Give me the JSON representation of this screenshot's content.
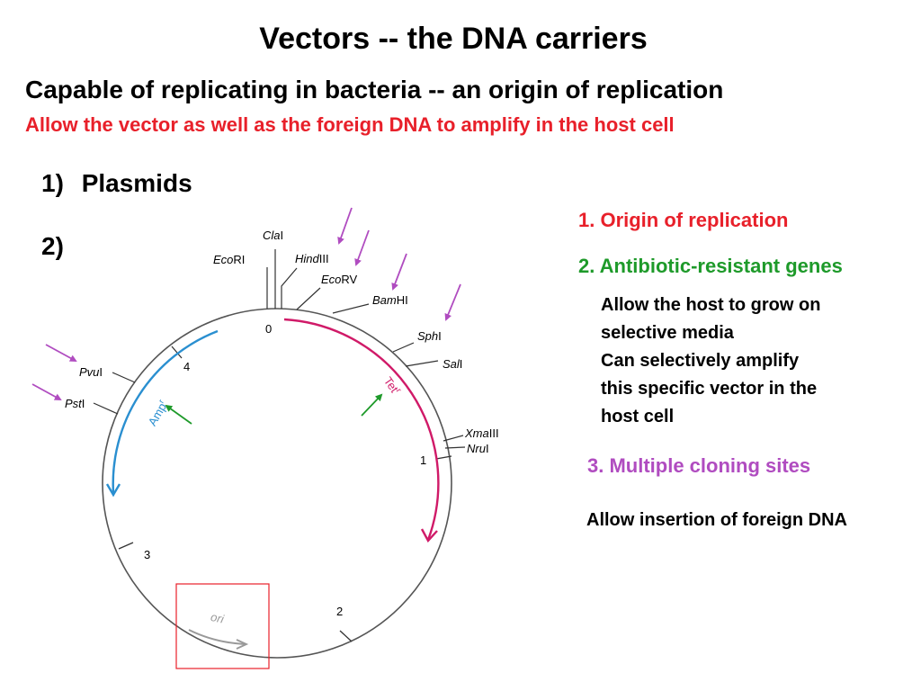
{
  "title": "Vectors -- the DNA carriers",
  "subtitle": "Capable of replicating in bacteria -- an origin of replication",
  "subnote": "Allow the vector as well as the foreign DNA to amplify in the host cell",
  "list": [
    {
      "num": "1)",
      "label": "Plasmids"
    },
    {
      "num": "2)",
      "label": ""
    }
  ],
  "features": [
    {
      "text": "1. Origin of replication",
      "color": "#e8202a"
    },
    {
      "text": "2. Antibiotic-resistant genes",
      "color": "#1e9a2a"
    },
    {
      "text": "3. Multiple cloning sites",
      "color": "#b04cc0"
    }
  ],
  "antibiotic_desc": [
    "Allow the host to grow on",
    "selective media",
    "Can selectively amplify",
    "this specific vector in the",
    "host cell"
  ],
  "cloning_desc": "Allow insertion of foreign DNA",
  "plasmid_map": {
    "coordinates": [
      "0",
      "1",
      "2",
      "3",
      "4"
    ],
    "sites": [
      {
        "italic": "Eco",
        "rest": "RI"
      },
      {
        "italic": "Cla",
        "rest": "I"
      },
      {
        "italic": "Hind",
        "rest": "III"
      },
      {
        "italic": "Eco",
        "rest": "RV"
      },
      {
        "italic": "Bam",
        "rest": "HI"
      },
      {
        "italic": "Sph",
        "rest": "I"
      },
      {
        "italic": "Sal",
        "rest": "I"
      },
      {
        "italic": "Xma",
        "rest": "III"
      },
      {
        "italic": "Nru",
        "rest": "I"
      },
      {
        "italic": "Pvu",
        "rest": "I"
      },
      {
        "italic": "Pst",
        "rest": "I"
      }
    ],
    "genes": {
      "tet": {
        "base": "Tet",
        "sup": "r",
        "color": "#d01a68"
      },
      "amp": {
        "base": "Amp",
        "sup": "r",
        "color": "#2a8fd0"
      }
    },
    "ori_label": "ori",
    "colors": {
      "arrow_purple": "#b04cc0",
      "arrow_green": "#1e9a2a",
      "ori_box": "#e8202a",
      "circle": "#555555"
    }
  }
}
